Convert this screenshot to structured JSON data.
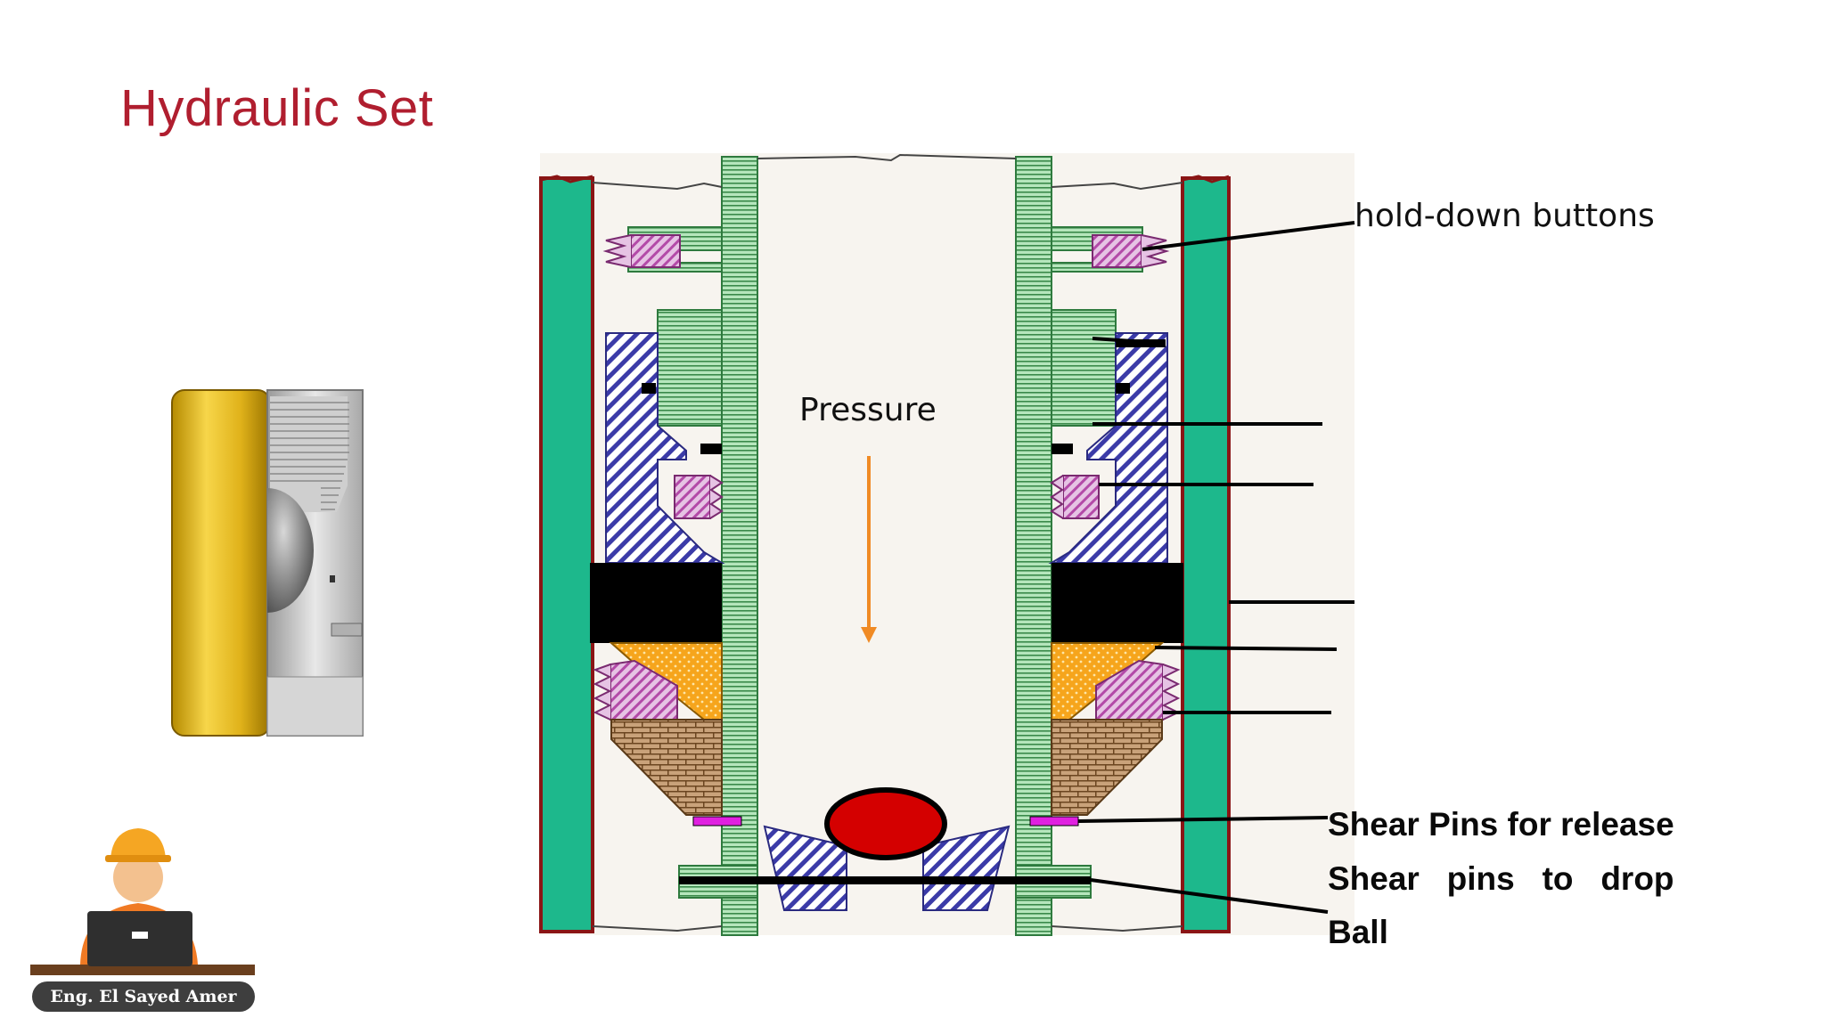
{
  "slide": {
    "title": "Hydraulic Set"
  },
  "diagram": {
    "pressure_label": "Pressure",
    "labels": {
      "hold_down": "hold-down buttons",
      "shear_release": "Shear Pins for release",
      "shear_drop_line1": "Shear   pins   to   drop",
      "shear_drop_line2": "Ball"
    },
    "colors": {
      "casing": "#1db88c",
      "casing_edge": "#8a1515",
      "mandrel": "#8fd49a",
      "hatch": "#3b3ba8",
      "button": "#b34aa8",
      "cone": "#f2a21a",
      "brick": "#a0703a",
      "element": "#000000",
      "ball": "#d40000",
      "shear_pin": "#e020e0",
      "arrow": "#f08a24"
    }
  },
  "footer": {
    "author": "Eng. El Sayed Amer"
  }
}
